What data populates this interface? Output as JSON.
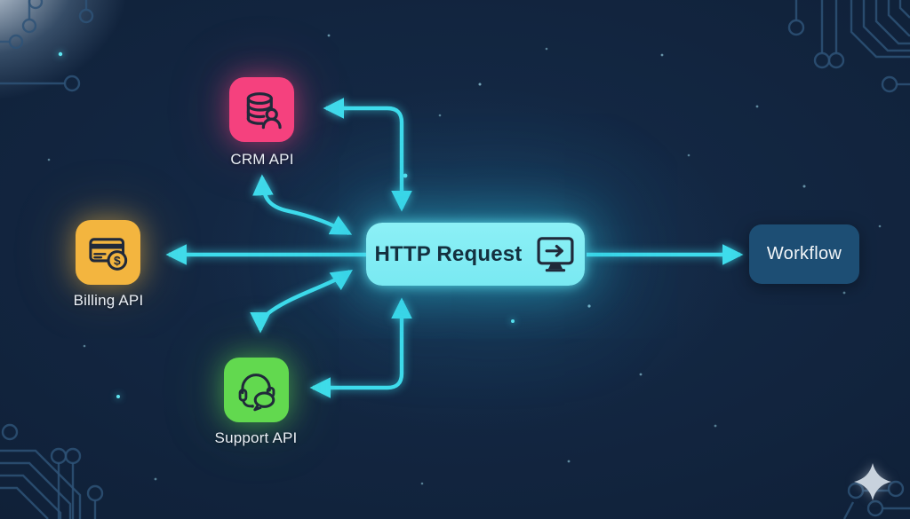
{
  "scene": {
    "type": "api-integration-diagram"
  },
  "nodes": {
    "center": {
      "label": "HTTP Request",
      "icon": "monitor-arrow-icon"
    },
    "crm": {
      "label": "CRM API",
      "icon": "database-user-icon"
    },
    "billing": {
      "label": "Billing API",
      "icon": "credit-card-dollar-icon",
      "badge": "$"
    },
    "support": {
      "label": "Support API",
      "icon": "headset-chat-icon"
    },
    "workflow": {
      "label": "Workflow"
    }
  },
  "connections": [
    {
      "from": "center",
      "to": "billing",
      "style": "straight",
      "arrowheads": [
        "end"
      ]
    },
    {
      "from": "crm",
      "to": "center",
      "style": "elbow",
      "arrowheads": [
        "start",
        "end"
      ]
    },
    {
      "from": "crm",
      "to": "center",
      "style": "curve",
      "arrowheads": [
        "start",
        "end"
      ]
    },
    {
      "from": "support",
      "to": "center",
      "style": "curve",
      "arrowheads": [
        "start",
        "end"
      ]
    },
    {
      "from": "support",
      "to": "center",
      "style": "elbow",
      "arrowheads": [
        "start",
        "end"
      ]
    },
    {
      "from": "center",
      "to": "workflow",
      "style": "straight",
      "arrowheads": [
        "end"
      ]
    }
  ],
  "decorations": [
    "circuit-traces-corners",
    "star-dots",
    "sparkle-icon",
    "corner-glow"
  ],
  "colors": {
    "background": "#102139",
    "arrow_cyan": "#3edcec",
    "center_fill": "#82edf4",
    "center_text": "#14303f",
    "label_text": "#eaeff5",
    "workflow_fill": "#1d4e74",
    "workflow_text": "#f1f5f8",
    "crm_pink": "#f5417e",
    "billing_amber": "#f3b53f",
    "support_green": "#62d94f",
    "icon_ink": "#20293a",
    "circuit_trace": "#2e5277",
    "sparkle": "#c8d2dd",
    "star_dot": "#9fdcec"
  }
}
